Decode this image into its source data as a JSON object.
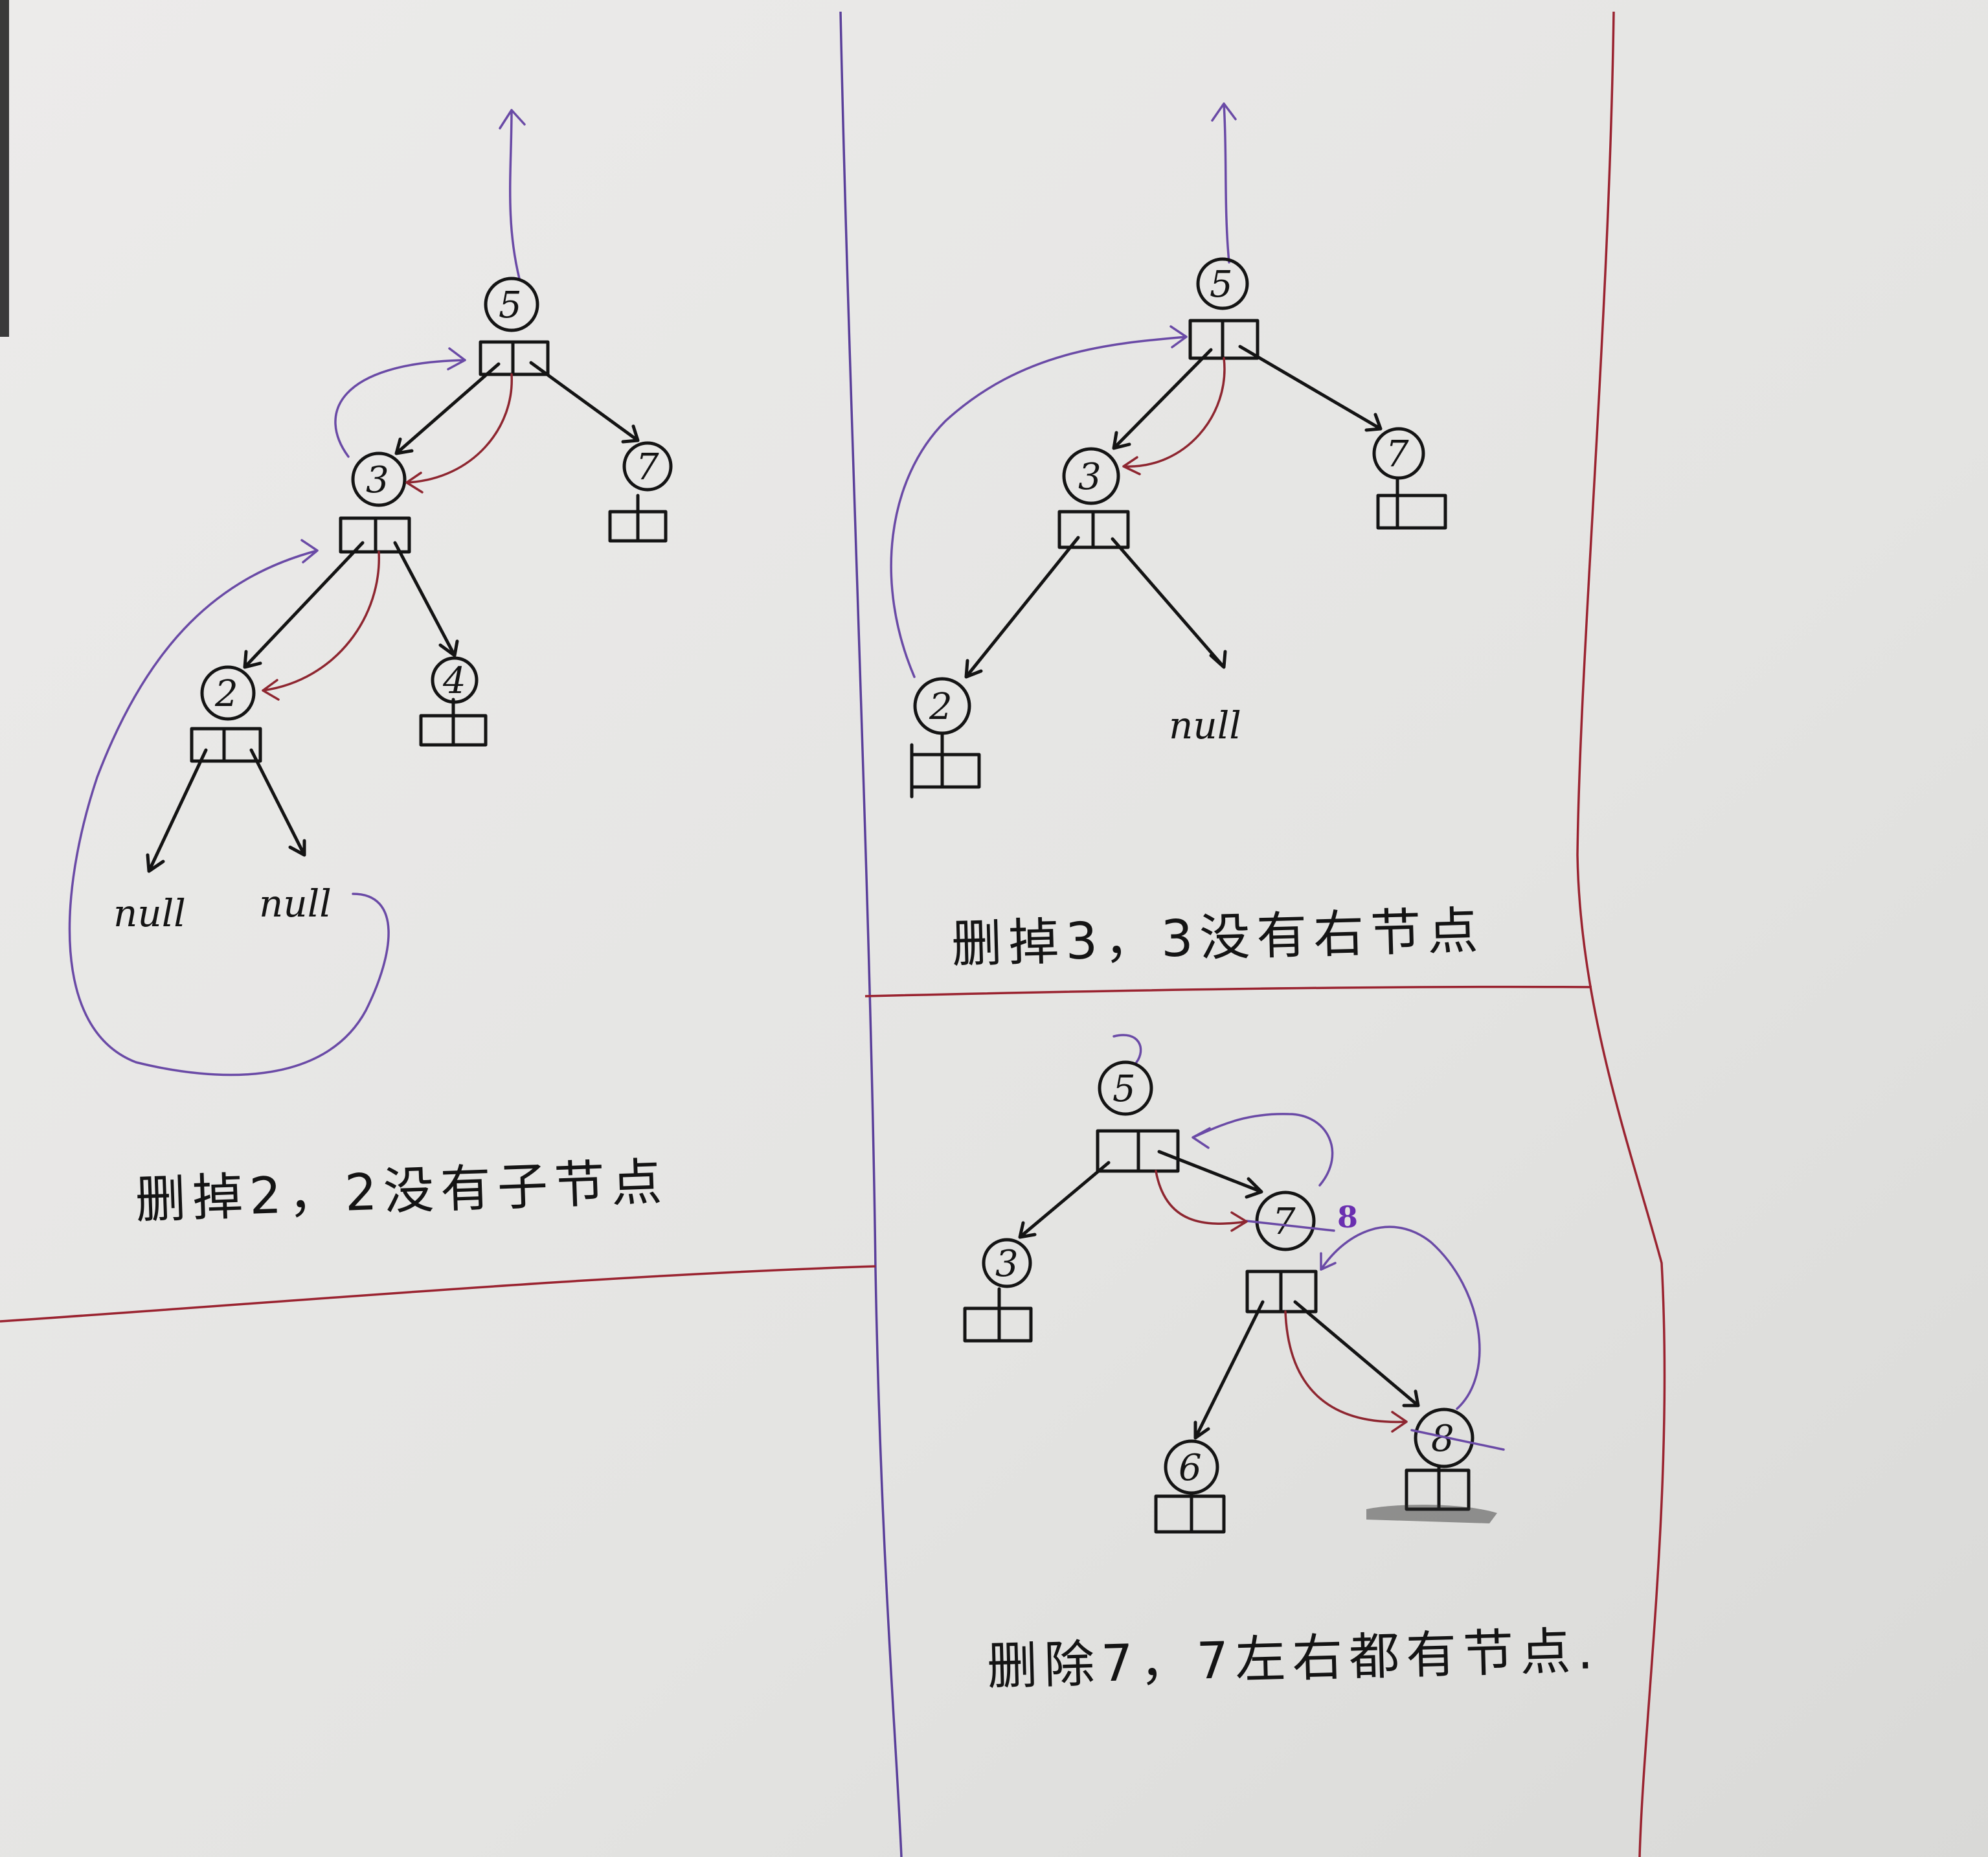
{
  "panels": {
    "delete_2": {
      "caption": "删掉2，2没有子节点",
      "nodes": [
        "5",
        "3",
        "7",
        "2",
        "4"
      ],
      "nulls": [
        "null",
        "null"
      ]
    },
    "delete_3": {
      "caption": "删掉3，3没有右节点",
      "nodes": [
        "5",
        "3",
        "7",
        "2"
      ],
      "nulls": [
        "null"
      ]
    },
    "delete_7": {
      "caption": "删除7，7左右都有节点.",
      "nodes": [
        "5",
        "3",
        "7",
        "6",
        "8"
      ],
      "annotation": "8"
    }
  },
  "colors": {
    "paper": "#e6e6e4",
    "ink": "#141414",
    "purple_pen": "#6a4aa6",
    "red_pen": "#8e2630"
  }
}
